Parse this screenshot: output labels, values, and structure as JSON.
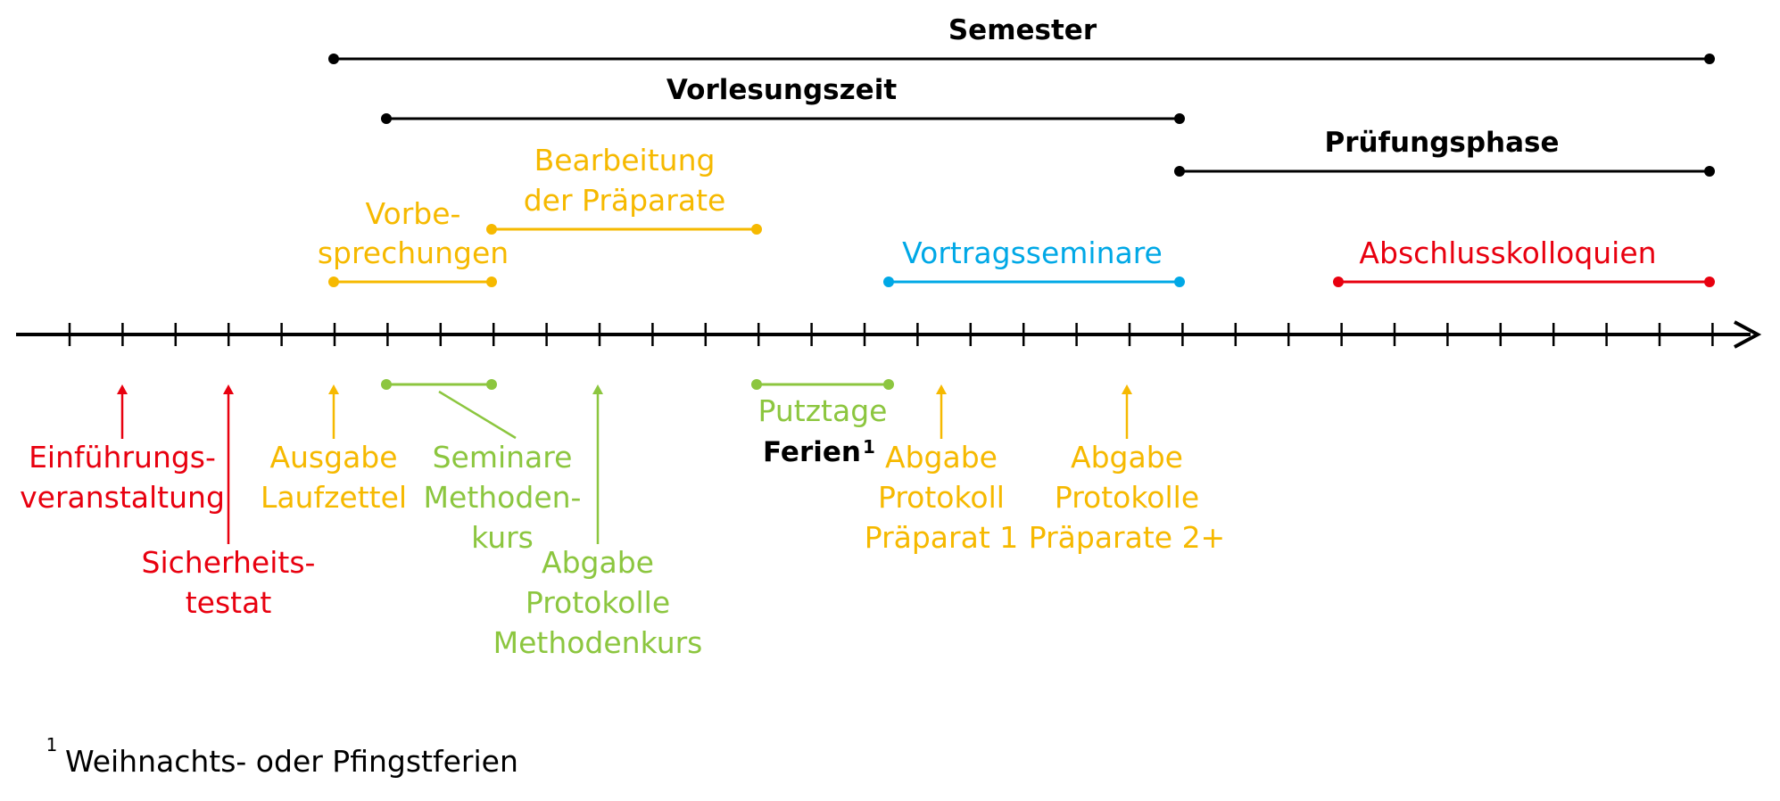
{
  "colors": {
    "black": "#000000",
    "red": "#e8000f",
    "yellow": "#f6b900",
    "green": "#8cc63f",
    "blue": "#00a8e6"
  },
  "phases": {
    "semester": "Semester",
    "vorlesungszeit": "Vorlesungszeit",
    "pruefungsphase": "Prüfungsphase"
  },
  "bars": {
    "vorbesprechungen": [
      "Vorbe-",
      "sprechungen"
    ],
    "bearbeitung": [
      "Bearbeitung",
      "der Präparate"
    ],
    "vortragsseminare": "Vortragsseminare",
    "abschlusskolloquien": "Abschlusskolloquien"
  },
  "events": {
    "einfuehrung": [
      "Einführungs-",
      "veranstaltung"
    ],
    "sicherheit": [
      "Sicherheits-",
      "testat"
    ],
    "ausgabe_laufzettel": [
      "Ausgabe",
      "Laufzettel"
    ],
    "seminare_methodenkurs": [
      "Seminare",
      "Methoden-",
      "kurs"
    ],
    "abgabe_methodenkurs": [
      "Abgabe",
      "Protokolle",
      "Methodenkurs"
    ],
    "putztage": "Putztage",
    "ferien": "Ferien",
    "ferien_sup": "1",
    "abgabe_praeparat1": [
      "Abgabe",
      "Protokoll",
      "Präparat 1"
    ],
    "abgabe_praeparate2": [
      "Abgabe",
      "Protokolle",
      "Präparate 2+"
    ]
  },
  "footnote": {
    "marker": "1",
    "text": "Weihnachts- oder Pfingstferien"
  }
}
